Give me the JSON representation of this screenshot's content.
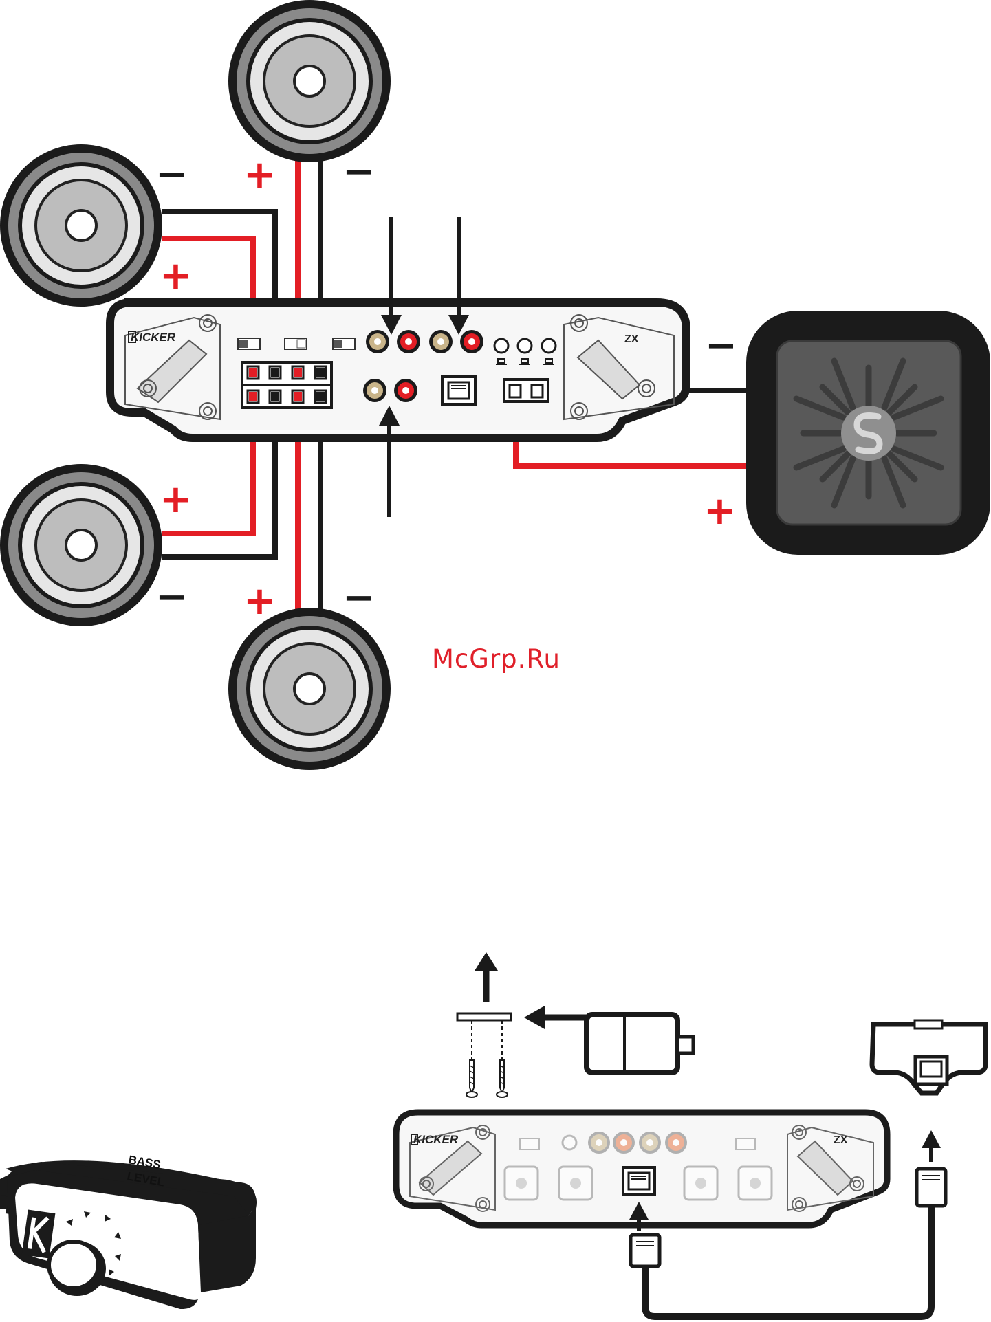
{
  "watermark": "McGrp.Ru",
  "amp": {
    "brand": "KICKER",
    "model": "ZX"
  },
  "remote": {
    "label_line1": "BASS",
    "label_line2": "LEVEL",
    "logo_letter": "K"
  },
  "terminals": {
    "positive": "+",
    "negative": "−"
  },
  "colors": {
    "positive_wire": "#e31e25",
    "negative_wire": "#1a1a1a",
    "speaker_gray": "#8a8a8a",
    "sub_face": "#595959"
  },
  "icons": [
    "speaker-icon",
    "subwoofer-icon",
    "arrow-icon",
    "rca-jack-icon",
    "rj11-port-icon",
    "bass-knob-icon",
    "phone-plug-icon"
  ]
}
